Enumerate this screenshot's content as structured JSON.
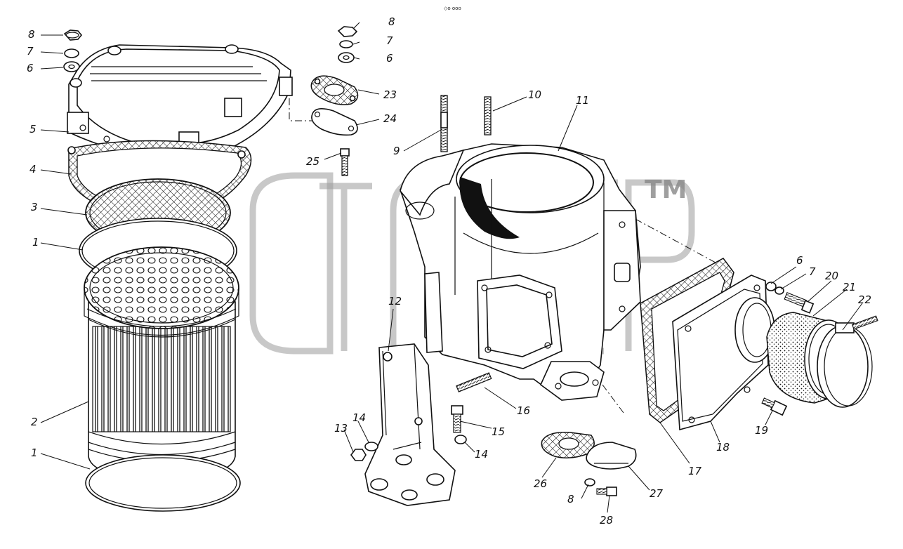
{
  "header": {
    "caption": "◇o ooo"
  },
  "watermark": {
    "mark": "TM"
  },
  "callouts": [
    {
      "id": "c8a",
      "text": "8"
    },
    {
      "id": "c7a",
      "text": "7"
    },
    {
      "id": "c6a",
      "text": "6"
    },
    {
      "id": "c5",
      "text": "5"
    },
    {
      "id": "c4",
      "text": "4"
    },
    {
      "id": "c3",
      "text": "3"
    },
    {
      "id": "c1a",
      "text": "1"
    },
    {
      "id": "c2",
      "text": "2"
    },
    {
      "id": "c1b",
      "text": "1"
    },
    {
      "id": "c8b",
      "text": "8"
    },
    {
      "id": "c7b",
      "text": "7"
    },
    {
      "id": "c6b",
      "text": "6"
    },
    {
      "id": "c23",
      "text": "23"
    },
    {
      "id": "c24",
      "text": "24"
    },
    {
      "id": "c25",
      "text": "25"
    },
    {
      "id": "c10",
      "text": "10"
    },
    {
      "id": "c9",
      "text": "9"
    },
    {
      "id": "c11",
      "text": "11"
    },
    {
      "id": "c12",
      "text": "12"
    },
    {
      "id": "c16",
      "text": "16"
    },
    {
      "id": "c15",
      "text": "15"
    },
    {
      "id": "c14a",
      "text": "14"
    },
    {
      "id": "c13",
      "text": "13"
    },
    {
      "id": "c14b",
      "text": "14"
    },
    {
      "id": "c26",
      "text": "26"
    },
    {
      "id": "c27",
      "text": "27"
    },
    {
      "id": "c8c",
      "text": "8"
    },
    {
      "id": "c28",
      "text": "28"
    },
    {
      "id": "c17",
      "text": "17"
    },
    {
      "id": "c18",
      "text": "18"
    },
    {
      "id": "c19",
      "text": "19"
    },
    {
      "id": "c6c",
      "text": "6"
    },
    {
      "id": "c7c",
      "text": "7"
    },
    {
      "id": "c20",
      "text": "20"
    },
    {
      "id": "c21",
      "text": "21"
    },
    {
      "id": "c22",
      "text": "22"
    }
  ]
}
